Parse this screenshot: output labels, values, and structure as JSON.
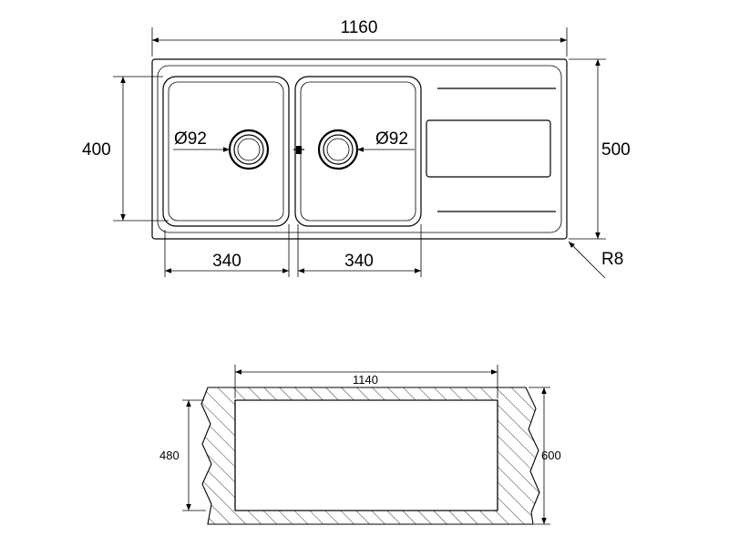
{
  "sink": {
    "overall_width": "1160",
    "overall_depth": "500",
    "bowl_depth": "400",
    "bowl_left_width": "340",
    "bowl_right_width": "340",
    "drain_left": "Ø92",
    "drain_right": "Ø92",
    "corner_radius": "R8"
  },
  "cutout": {
    "width": "1140",
    "depth_left": "480",
    "depth_right": "600"
  }
}
